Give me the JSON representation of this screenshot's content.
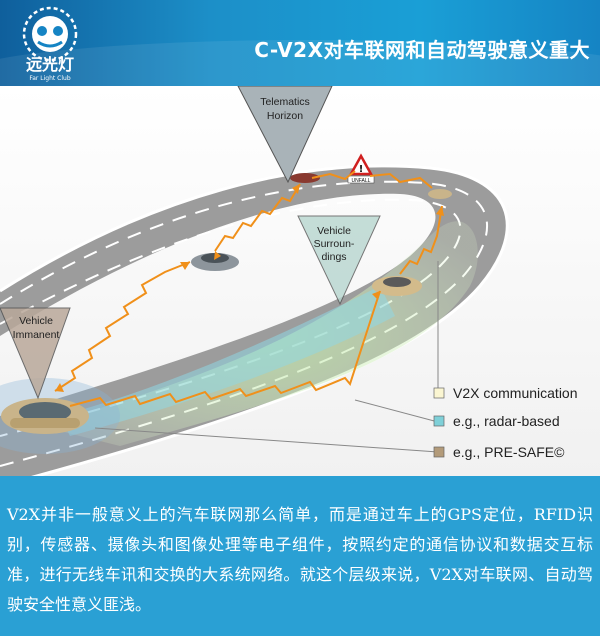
{
  "header": {
    "logo_text": "远光灯",
    "logo_subtext": "Far Light Club",
    "title": "C-V2X对车联网和自动驾驶意义重大"
  },
  "diagram": {
    "labels": {
      "telematics_line1": "Telematics",
      "telematics_line2": "Horizon",
      "surroundings_line1": "Vehicle",
      "surroundings_line2": "Surroun-",
      "surroundings_line3": "dings",
      "immanent_line1": "Vehicle",
      "immanent_line2": "Immanent",
      "sign_text": "UNFALL"
    },
    "legend": [
      {
        "text": "V2X communication",
        "color": "#fbf6d2"
      },
      {
        "text": "e.g., radar-based",
        "color": "#7fd0d8"
      },
      {
        "text": "e.g., PRE-SAFE©",
        "color": "#b39b7a"
      }
    ]
  },
  "caption": {
    "text": "V2X并非一般意义上的汽车联网那么简单，而是通过车上的GPS定位，RFID识别，传感器、摄像头和图像处理等电子组件，按照约定的通信协议和数据交互标准，进行无线车讯和交换的大系统网络。就这个层级来说，V2X对车联网、自动驾驶安全性意义匪浅。"
  }
}
